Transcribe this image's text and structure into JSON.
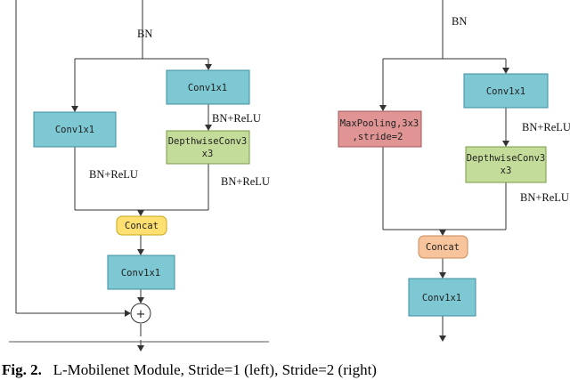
{
  "left": {
    "top_label": "BN",
    "conv_a": "Conv1x1",
    "conv_b": "Conv1x1",
    "bn_relu_1": "BN+ReLU",
    "dw_line1": "DepthwiseConv3",
    "dw_line2": "x3",
    "bn_relu_2": "BN+ReLU",
    "bn_relu_3": "BN+ReLU",
    "concat": "Concat",
    "conv_out": "Conv1x1",
    "add_symbol": "+"
  },
  "right": {
    "top_label": "BN",
    "maxpool_line1": "MaxPooling,3x3",
    "maxpool_line2": ",stride=2",
    "conv_a": "Conv1x1",
    "bn_relu_1": "BN+ReLU",
    "dw_line1": "DepthwiseConv3",
    "dw_line2": "x3",
    "bn_relu_2": "BN+ReLU",
    "concat": "Concat",
    "conv_out": "Conv1x1"
  },
  "caption": {
    "fig": "Fig. 2.",
    "text": "L-Mobilenet Module, Stride=1 (left), Stride=2 (right)"
  },
  "colors": {
    "conv_fill": "#7ec8d4",
    "conv_stroke": "#3e8fa0",
    "dw_fill": "#c4dc9a",
    "dw_stroke": "#7a9a4a",
    "concat_left_fill": "#ffe070",
    "concat_left_stroke": "#c8a820",
    "concat_right_fill": "#f7c49c",
    "concat_right_stroke": "#c88a58",
    "maxpool_fill": "#e09494",
    "maxpool_stroke": "#a05858",
    "line": "#333333"
  }
}
